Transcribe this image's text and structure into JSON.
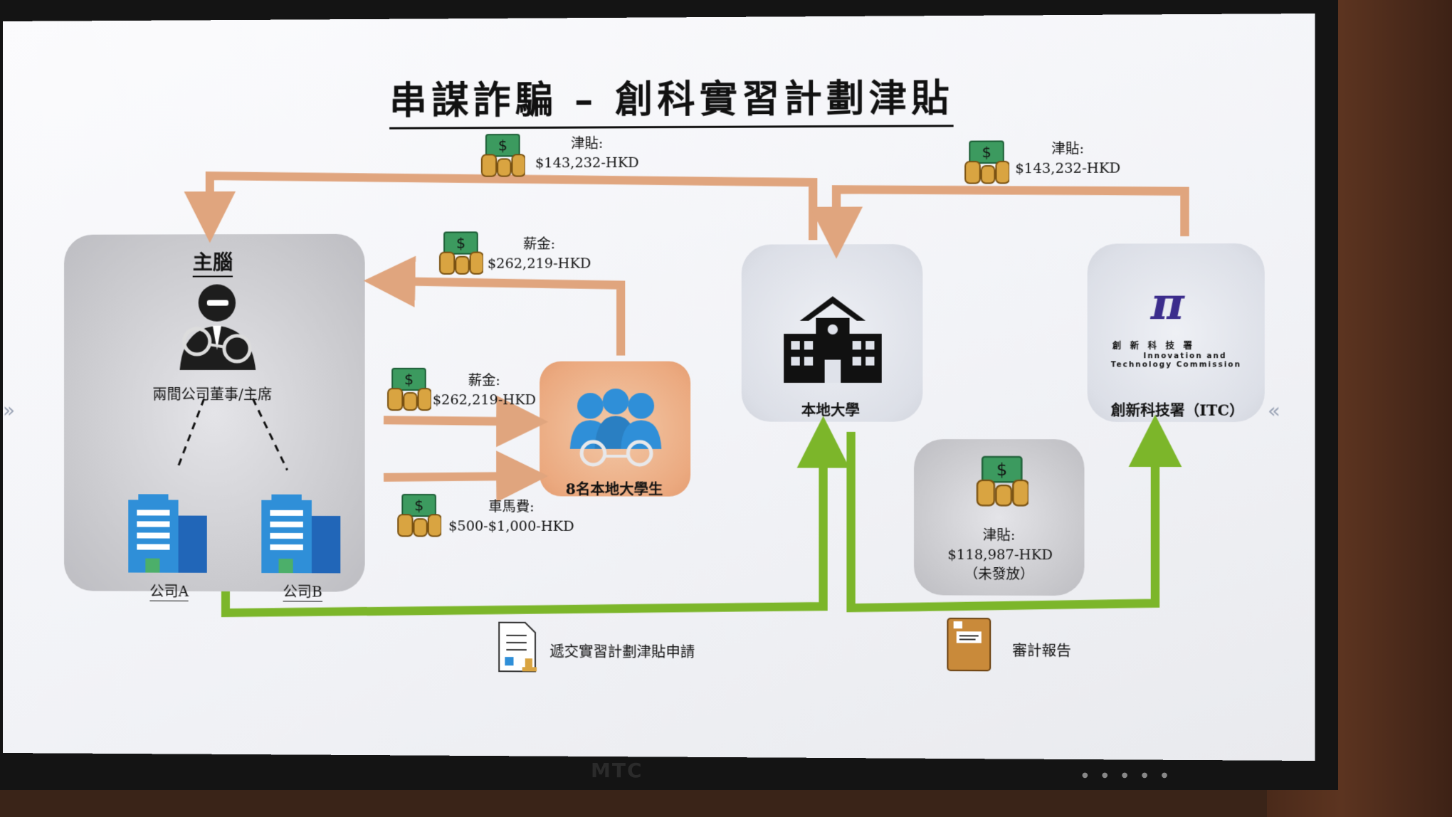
{
  "slide": {
    "title": "串謀詐騙 – 創科實習計劃津貼",
    "mastermind": {
      "heading": "主腦",
      "person_label": "兩間公司董事/主席",
      "company_a": "公司A",
      "company_b": "公司B"
    },
    "students_label": "8名本地大學生",
    "university_label": "本地大學",
    "itc": {
      "logo_symbol": "π",
      "logo_cn": "創　新　科　技　署",
      "logo_en_1": "Innovation and",
      "logo_en_2": "Technology Commission",
      "label": "創新科技署（ITC）"
    },
    "flows": {
      "subsidy_left_title": "津貼:",
      "subsidy_left_amount": "$143,232-HKD",
      "subsidy_right_title": "津貼:",
      "subsidy_right_amount": "$143,232-HKD",
      "salary_top_title": "薪金:",
      "salary_top_amount": "$262,219-HKD",
      "salary_mid_title": "薪金:",
      "salary_mid_amount": "$262,219-HKD",
      "fare_title": "車馬費:",
      "fare_amount": "$500-$1,000-HKD",
      "unpaid_title": "津貼:",
      "unpaid_amount": "$118,987-HKD",
      "unpaid_note": "（未發放）",
      "application_label": "遞交實習計劃津貼申請",
      "audit_label": "審計報告"
    },
    "nav_left": "»",
    "nav_right": "«"
  },
  "monitor_brand": "MTC",
  "colors": {
    "money_arrow": "#e0a57e",
    "doc_arrow": "#7cb62a",
    "money_green": "#3c9a5f",
    "coin": "#d9a441",
    "building_blue": "#2f8fd8",
    "itc_purple": "#3b2c8c"
  }
}
